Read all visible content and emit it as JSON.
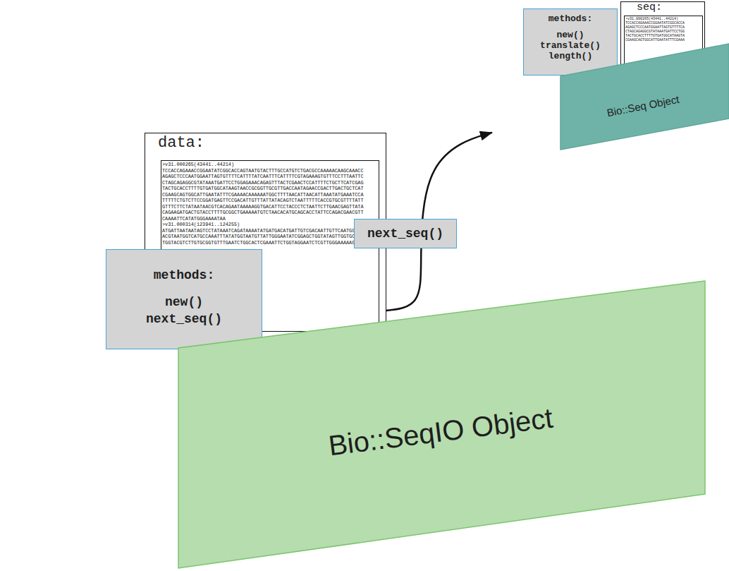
{
  "diagram": {
    "nodes": [
      {
        "text": [
          "Bio::SeqIO Object"
        ]
      },
      {
        "text": [
          "data:",
          ">v31.000265(43441..44214) TCCACCAGAAACCGGAATATCGGCACCAGTAATGTACTTTGCCATGTCTGACGCCAAAAACAAGCAAACC AGAGCTCCCAATGGAATTAGTGTTTTCATTTTATCAATTTCATTTTCGTAGAAAGTGTTTCCTTTAATTC CTAGCAGAGGCGTATAAATGATTCCTGGAGAAACAGAGTTTACTCGAACTCCATTTTCTGCTTCATCGAG TACTGCACCTTTTGTGATGGCATAAGTAACCGCGGTTGCGTTGACCAATAGAACCGACTTGACTGCTCAT CGAAGCAGTGGCATTGAATATTTCGAAAACAAAAAATGGCTTTTAACATTAACATTAAATATGAAATCCA TTTTTCTGTCTTCCGGATGAGTTCCGACATTGTTTATTATACAGTCTAATTTTTCACCGTGCGTTTTATT GTTTCTTCTATAATAACGTCACAGAATAAAAAGGTGACATTCCTACCCTCTAATTCTTGAACGAGTTATA CAGAAGATGACTGTACCTTTTGCGGCTGAAAAATGTCTAACACATGCAGCACCTATTCCAGACGAACGTT CAAAATTCATATGGGAAAATAA",
          ">v31.000314(123941..124255) ATGATTAATAATAGTCCTATAAATCAGATAAAATATGATGACATGATTGTCGACAATTGTTCAATGGTTA ACGTAATGGTCATGCCAAATTTATATGGTAATGTTATTGGGAATATCGGAGCTGGTATAGTTGGTGCTTC TGGTACGTCTTGTGCGGTGTTTGAATCTGGCACTCGAAATTCTGGTAGGAATCTCGTTGGGAAAAAGATG"
        ],
        "in": 0
      },
      {
        "text": [
          "methods:",
          "new() next_seq()"
        ],
        "in": 0
      },
      {
        "text": [
          "Bio::Seq Object"
        ]
      },
      {
        "text": [
          "methods:",
          "new() translate() length()"
        ],
        "in": 3
      },
      {
        "text": [
          "seq:",
          ">v31.000265(43441..44214) TCCACCAGAAACCGGAATATCGGCACCA AGAGCTCCCAATGGAATTAGTGTTTTCA CTAGCAGAGGCGTATAAATGATTCCTGG TACTGCACCTTTTGTGATGGCATAAGTA CGAAGCAGTGGCATTGAATATTTCGAAA"
        ],
        "in": 3
      }
    ],
    "edges": [
      {
        "from": 1,
        "to": 3,
        "label": "next_seq()",
        "arrow": "to"
      }
    ]
  }
}
